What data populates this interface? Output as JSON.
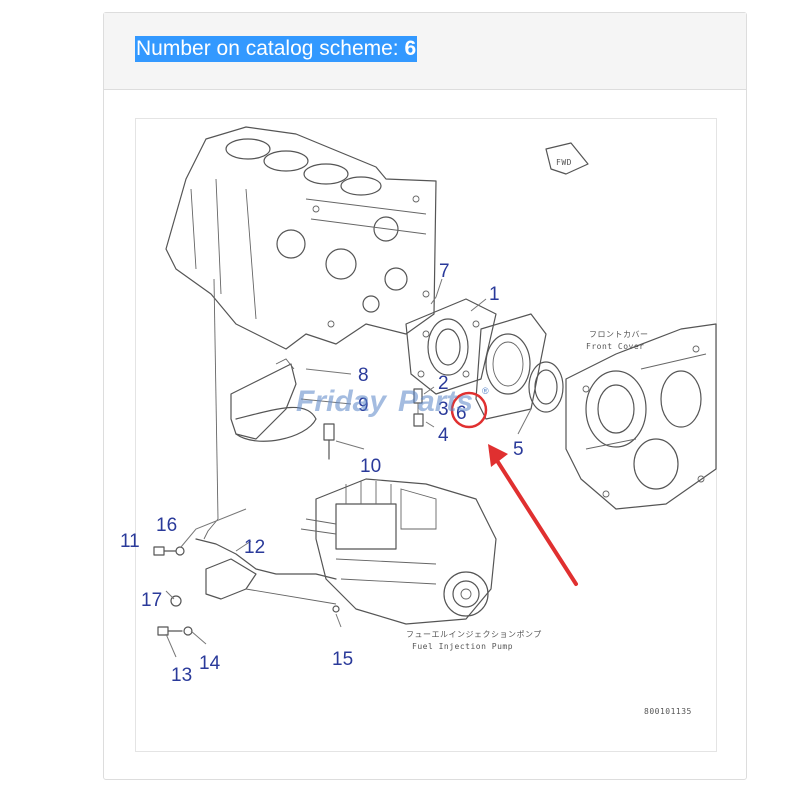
{
  "header": {
    "label": "Number on catalog scheme:",
    "number": "6"
  },
  "diagram": {
    "fwd_label": "FWD",
    "front_cover_jp": "フロントカバー",
    "front_cover_en": "Front Cover",
    "fuel_pump_jp": "フューエルインジェクションポンプ",
    "fuel_pump_en": "Fuel Injection Pump",
    "drawing_code": "800101135",
    "watermark": {
      "part1": "Friday",
      "part2": "Parts",
      "trademark": "®"
    },
    "callouts": [
      "1",
      "2",
      "3",
      "4",
      "5",
      "6",
      "7",
      "8",
      "9",
      "10",
      "11",
      "12",
      "13",
      "14",
      "15",
      "16",
      "17"
    ],
    "highlight_color": "#e03030",
    "callout_color": "#2a3a9a"
  }
}
